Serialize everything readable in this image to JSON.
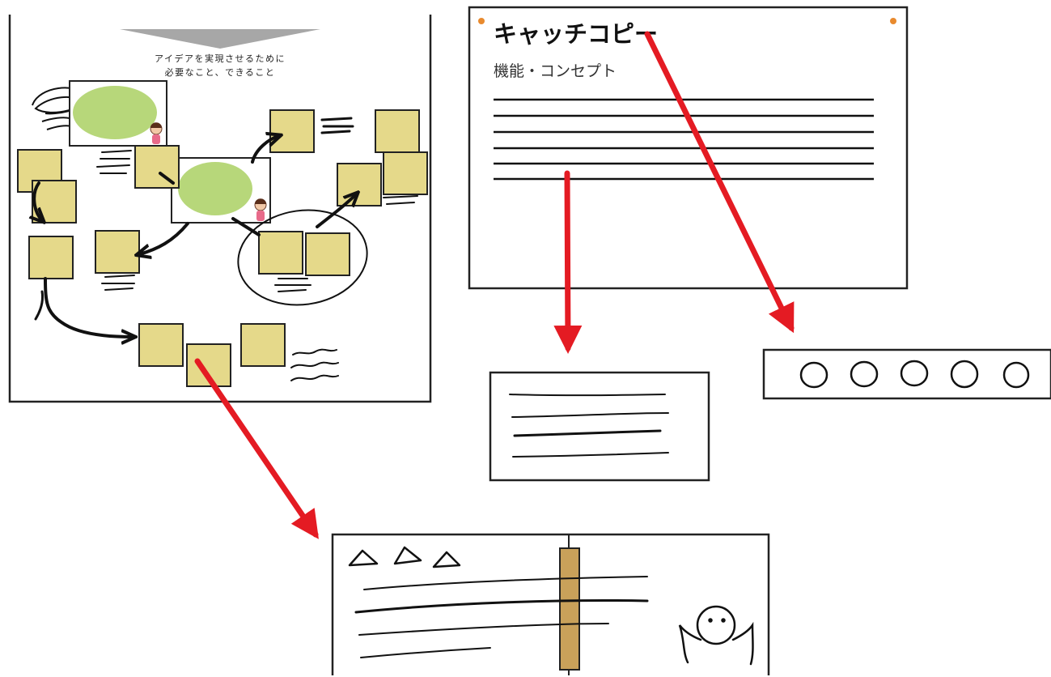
{
  "left_board": {
    "heading_line1": "アイデアを実現させるために",
    "heading_line2": "必要なこと、できること"
  },
  "catchcopy_card": {
    "title": "キャッチコピー",
    "subtitle": "機能・コンセプト"
  },
  "colors": {
    "sticky_note": "#e5d98a",
    "sticky_border": "#222222",
    "bubble_green": "#b7d77a",
    "arrow_red": "#e41b23",
    "pin_orange": "#e88a2e",
    "binding_tab": "#c9a15a",
    "funnel_gray": "#a7a7a7"
  },
  "rating_symbols": [
    "○",
    "○",
    "○",
    "○",
    "○"
  ],
  "spread_marks": [
    "△",
    "△",
    "△"
  ]
}
